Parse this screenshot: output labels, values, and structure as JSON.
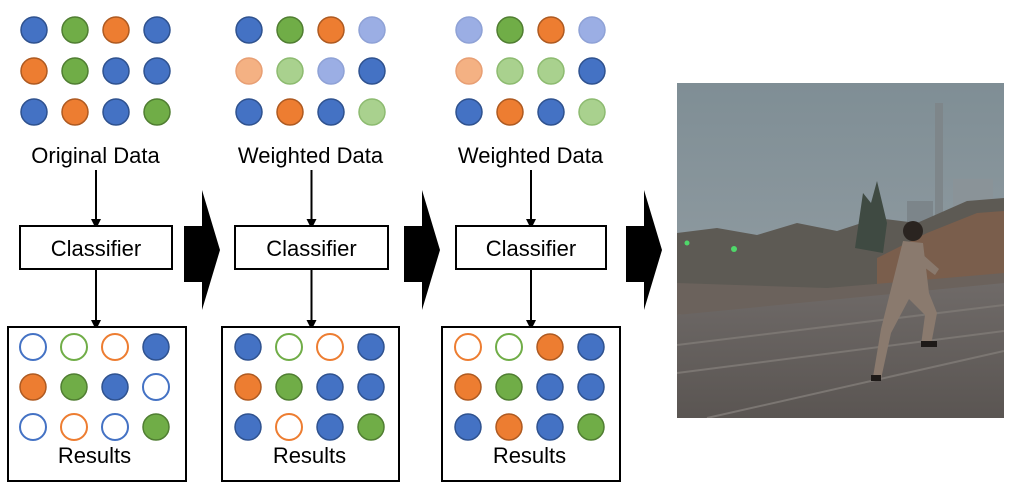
{
  "colors": {
    "blue": "#4472C4",
    "green": "#70AD47",
    "orange": "#ED7D31",
    "light_blue": "#9BAEE4",
    "light_green": "#A9D18E",
    "light_orange": "#F4B183",
    "blue_stroke": "#2F528F",
    "green_stroke": "#507E32",
    "orange_stroke": "#AE5A21",
    "light_blue_stroke": "#8FA2D6",
    "light_green_stroke": "#8DBB70",
    "light_orange_stroke": "#E89F74"
  },
  "stages": [
    {
      "input_label": "Original Data",
      "classifier_label": "Classifier",
      "results_label": "Results",
      "input_grid": [
        [
          "blue",
          "green",
          "orange",
          "blue"
        ],
        [
          "orange",
          "green",
          "blue",
          "blue"
        ],
        [
          "blue",
          "orange",
          "blue",
          "green"
        ]
      ],
      "results_grid": [
        [
          "blue-hollow",
          "green-hollow",
          "orange-hollow",
          "blue"
        ],
        [
          "orange",
          "green",
          "blue",
          "blue-hollow"
        ],
        [
          "blue-hollow",
          "orange-hollow",
          "blue-hollow",
          "green"
        ]
      ]
    },
    {
      "input_label": "Weighted Data",
      "classifier_label": "Classifier",
      "results_label": "Results",
      "input_grid": [
        [
          "blue",
          "green",
          "orange",
          "light_blue"
        ],
        [
          "light_orange",
          "light_green",
          "light_blue",
          "blue"
        ],
        [
          "blue",
          "orange",
          "blue",
          "light_green"
        ]
      ],
      "results_grid": [
        [
          "blue",
          "green-hollow",
          "orange-hollow",
          "blue"
        ],
        [
          "orange",
          "green",
          "blue",
          "blue"
        ],
        [
          "blue",
          "orange-hollow",
          "blue",
          "green"
        ]
      ]
    },
    {
      "input_label": "Weighted Data",
      "classifier_label": "Classifier",
      "results_label": "Results",
      "input_grid": [
        [
          "light_blue",
          "green",
          "orange",
          "light_blue"
        ],
        [
          "light_orange",
          "light_green",
          "light_green",
          "blue"
        ],
        [
          "blue",
          "orange",
          "blue",
          "light_green"
        ]
      ],
      "results_grid": [
        [
          "orange-hollow",
          "green-hollow",
          "orange",
          "blue"
        ],
        [
          "orange",
          "green",
          "blue",
          "blue"
        ],
        [
          "blue",
          "orange",
          "blue",
          "green"
        ]
      ]
    }
  ]
}
